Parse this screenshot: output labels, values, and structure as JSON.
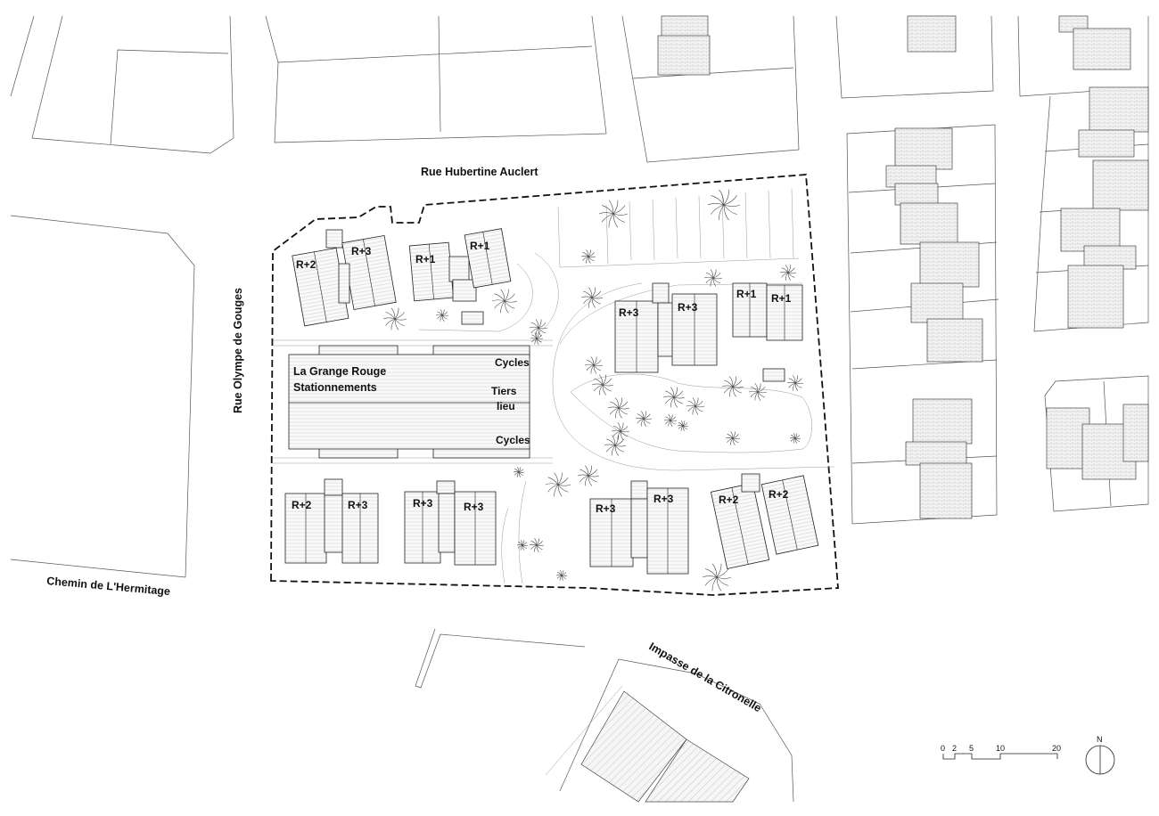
{
  "streets": {
    "north": "Rue Hubertine Auclert",
    "west": "Rue Olympe de Gouges",
    "southwest": "Chemin de L'Hermitage",
    "southeast": "Impasse de la Citronelle"
  },
  "central_building": {
    "name": "La Grange Rouge",
    "use": "Stationnements",
    "cycles_top": "Cycles",
    "tiers": "Tiers",
    "lieu": "lieu",
    "cycles_bottom": "Cycles"
  },
  "building_labels": [
    "R+2",
    "R+3",
    "R+1",
    "R+1",
    "R+3",
    "R+3",
    "R+1",
    "R+1",
    "R+2",
    "R+3",
    "R+3",
    "R+3",
    "R+3",
    "R+3",
    "R+2",
    "R+2"
  ],
  "scale_bar": {
    "ticks": [
      "0",
      "2",
      "5",
      "10",
      "20"
    ]
  },
  "north_arrow": "N",
  "icons": {
    "north": "north-arrow-icon",
    "scale": "scale-bar-icon"
  }
}
